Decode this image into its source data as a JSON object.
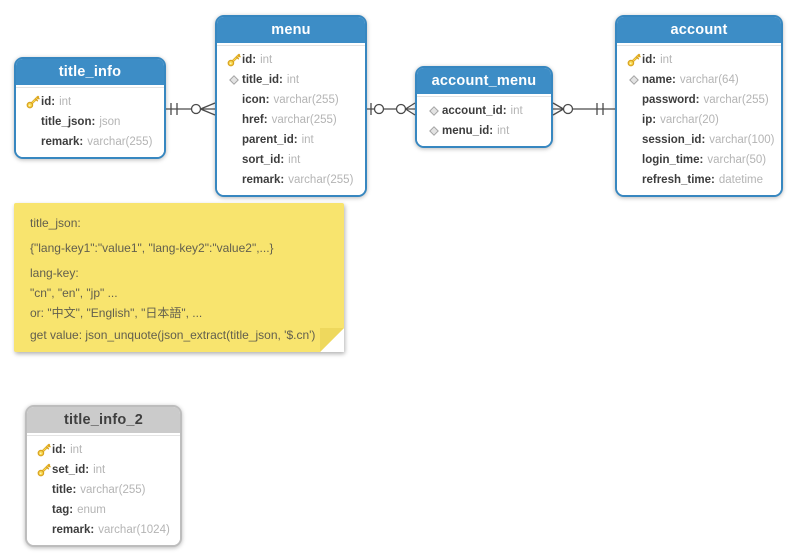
{
  "diagram": {
    "tables": [
      {
        "name": "title_info",
        "style": "blue",
        "fields": [
          {
            "icon": "key",
            "name": "id",
            "type": "int"
          },
          {
            "icon": "none",
            "name": "title_json",
            "type": "json"
          },
          {
            "icon": "none",
            "name": "remark",
            "type": "varchar(255)"
          }
        ]
      },
      {
        "name": "menu",
        "style": "blue",
        "fields": [
          {
            "icon": "key",
            "name": "id",
            "type": "int"
          },
          {
            "icon": "diamond",
            "name": "title_id",
            "type": "int"
          },
          {
            "icon": "none",
            "name": "icon",
            "type": "varchar(255)"
          },
          {
            "icon": "none",
            "name": "href",
            "type": "varchar(255)"
          },
          {
            "icon": "none",
            "name": "parent_id",
            "type": "int"
          },
          {
            "icon": "none",
            "name": "sort_id",
            "type": "int"
          },
          {
            "icon": "none",
            "name": "remark",
            "type": "varchar(255)"
          }
        ]
      },
      {
        "name": "account_menu",
        "style": "blue",
        "fields": [
          {
            "icon": "diamond",
            "name": "account_id",
            "type": "int"
          },
          {
            "icon": "diamond",
            "name": "menu_id",
            "type": "int"
          }
        ]
      },
      {
        "name": "account",
        "style": "blue",
        "fields": [
          {
            "icon": "key",
            "name": "id",
            "type": "int"
          },
          {
            "icon": "diamond",
            "name": "name",
            "type": "varchar(64)"
          },
          {
            "icon": "none",
            "name": "password",
            "type": "varchar(255)"
          },
          {
            "icon": "none",
            "name": "ip",
            "type": "varchar(20)"
          },
          {
            "icon": "none",
            "name": "session_id",
            "type": "varchar(100)"
          },
          {
            "icon": "none",
            "name": "login_time",
            "type": "varchar(50)"
          },
          {
            "icon": "none",
            "name": "refresh_time",
            "type": "datetime"
          }
        ]
      },
      {
        "name": "title_info_2",
        "style": "gray",
        "fields": [
          {
            "icon": "key",
            "name": "id",
            "type": "int"
          },
          {
            "icon": "key",
            "name": "set_id",
            "type": "int"
          },
          {
            "icon": "none",
            "name": "title",
            "type": "varchar(255)"
          },
          {
            "icon": "none",
            "name": "tag",
            "type": "enum"
          },
          {
            "icon": "none",
            "name": "remark",
            "type": "varchar(1024)"
          }
        ]
      }
    ],
    "relationships": [
      {
        "from": "title_info",
        "to": "menu",
        "from_cardinality": "exactly-one",
        "to_cardinality": "zero-or-many"
      },
      {
        "from": "menu",
        "to": "account_menu",
        "from_cardinality": "zero-or-one",
        "to_cardinality": "zero-or-many"
      },
      {
        "from": "account_menu",
        "to": "account",
        "from_cardinality": "zero-or-many",
        "to_cardinality": "exactly-one"
      }
    ],
    "note": {
      "lines": [
        "title_json:",
        "{\"lang-key1\":\"value1\", \"lang-key2\":\"value2\",...}",
        "lang-key:",
        "\"cn\", \"en\", \"jp\" ...",
        "or: \"中文\", \"English\", \"日本語\", ...",
        "get value: json_unquote(json_extract(title_json, '$.cn')"
      ]
    },
    "colors": {
      "table_header_blue": "#3d8dc6",
      "table_border_blue": "#3787c0",
      "table_header_gray": "#cbcbcb",
      "note_yellow": "#f8e46e",
      "key_icon_gold": "#f2c53d",
      "field_name_text": "#3d3d3d",
      "field_type_text": "#b4b4b4",
      "connector_line": "#4a4a4a"
    }
  }
}
